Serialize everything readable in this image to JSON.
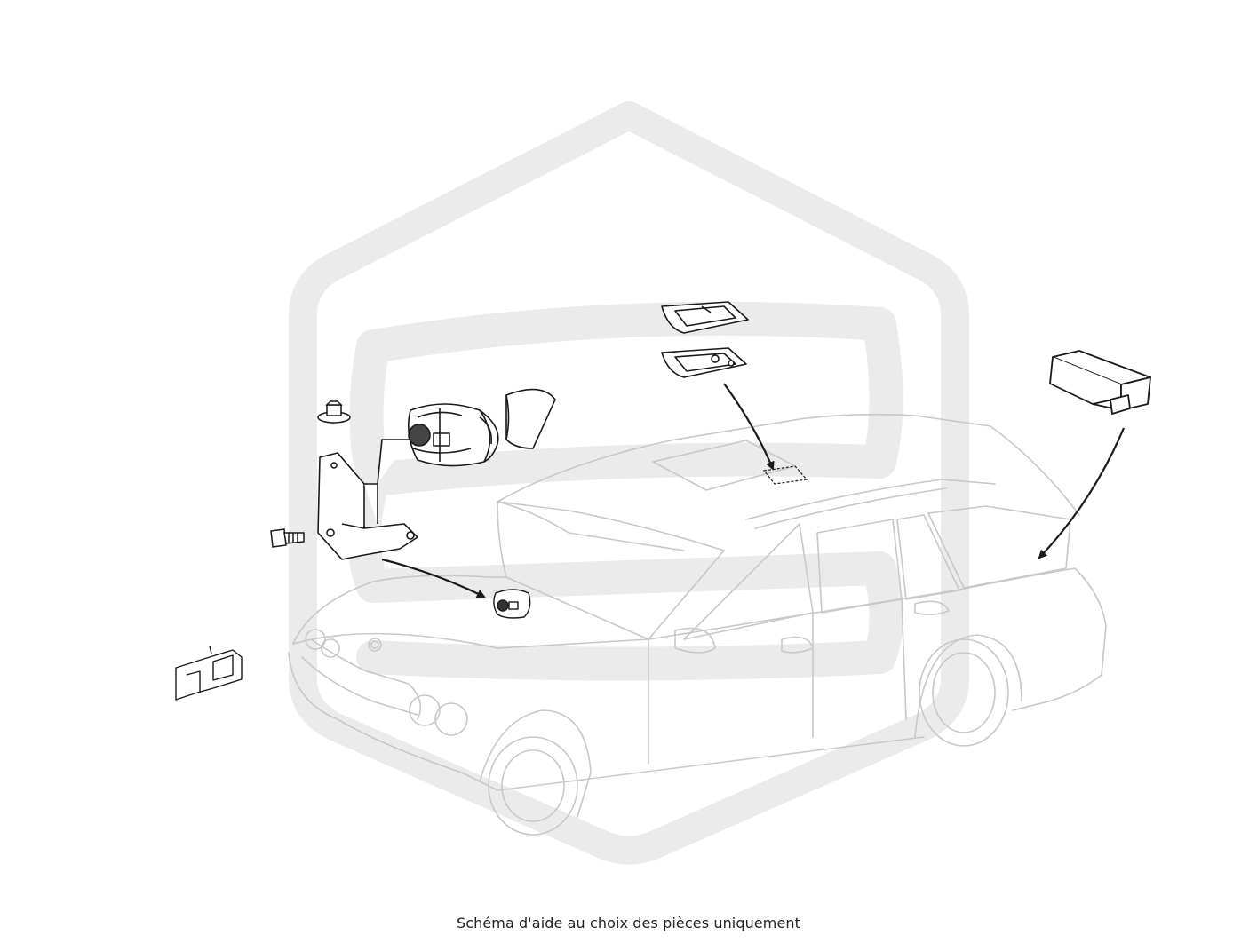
{
  "diagram": {
    "caption": "Schéma d'aide au choix des pièces uniquement",
    "watermark": {
      "shape": "rounded-hexagon-with-s-curve",
      "color": "#ebebeb"
    },
    "vehicle": {
      "type": "station-wagon",
      "line_color": "#c8c8c8"
    },
    "parts": [
      {
        "id": "horn-siren-assembly",
        "icon": "horn-icon"
      },
      {
        "id": "mounting-bracket",
        "icon": "bracket-icon"
      },
      {
        "id": "mounting-bolt",
        "icon": "bolt-icon"
      },
      {
        "id": "mounting-nut",
        "icon": "nut-icon"
      },
      {
        "id": "battery-strap",
        "icon": "strap-icon"
      },
      {
        "id": "interior-sensor-cover",
        "icon": "cover-icon"
      },
      {
        "id": "interior-sensor-unit",
        "icon": "sensor-icon"
      },
      {
        "id": "alarm-control-module",
        "icon": "module-icon"
      },
      {
        "id": "wiring-connector",
        "icon": "connector-icon"
      }
    ],
    "colors": {
      "part_line": "#1a1a1a",
      "arrow": "#1a1a1a"
    }
  }
}
